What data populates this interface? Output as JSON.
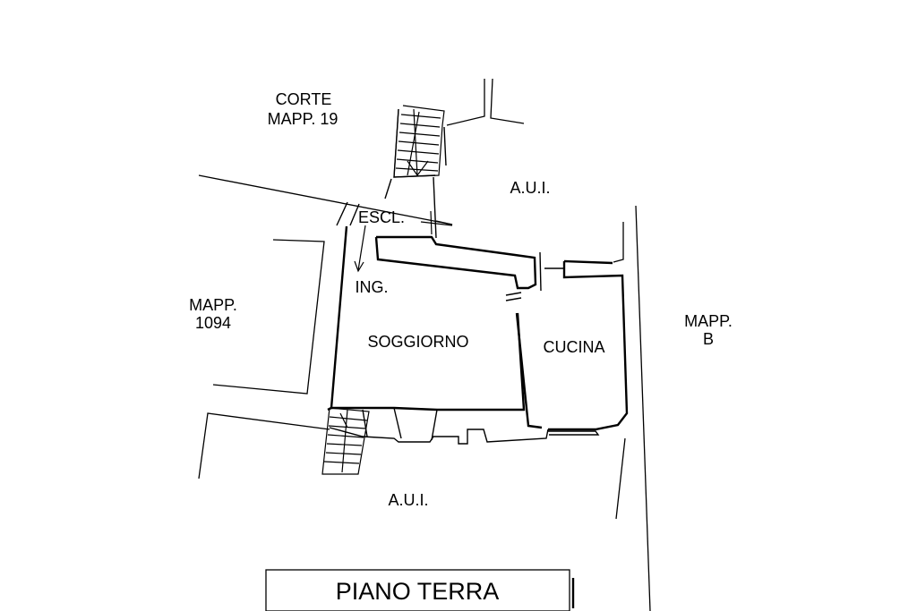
{
  "plan": {
    "labels": {
      "corte_line1": "CORTE",
      "corte_line2": "MAPP. 19",
      "aui_top": "A.U.I.",
      "escl": "ESCL.",
      "ing": "ING.",
      "mapp_1094_line1": "MAPP.",
      "mapp_1094_line2": "1094",
      "soggiorno": "SOGGIORNO",
      "cucina": "CUCINA",
      "mapp_b_line1": "MAPP.",
      "mapp_b_line2": "B",
      "aui_bottom": "A.U.I."
    },
    "title": "PIANO TERRA"
  },
  "colors": {
    "line": "#000000",
    "background": "#ffffff"
  }
}
